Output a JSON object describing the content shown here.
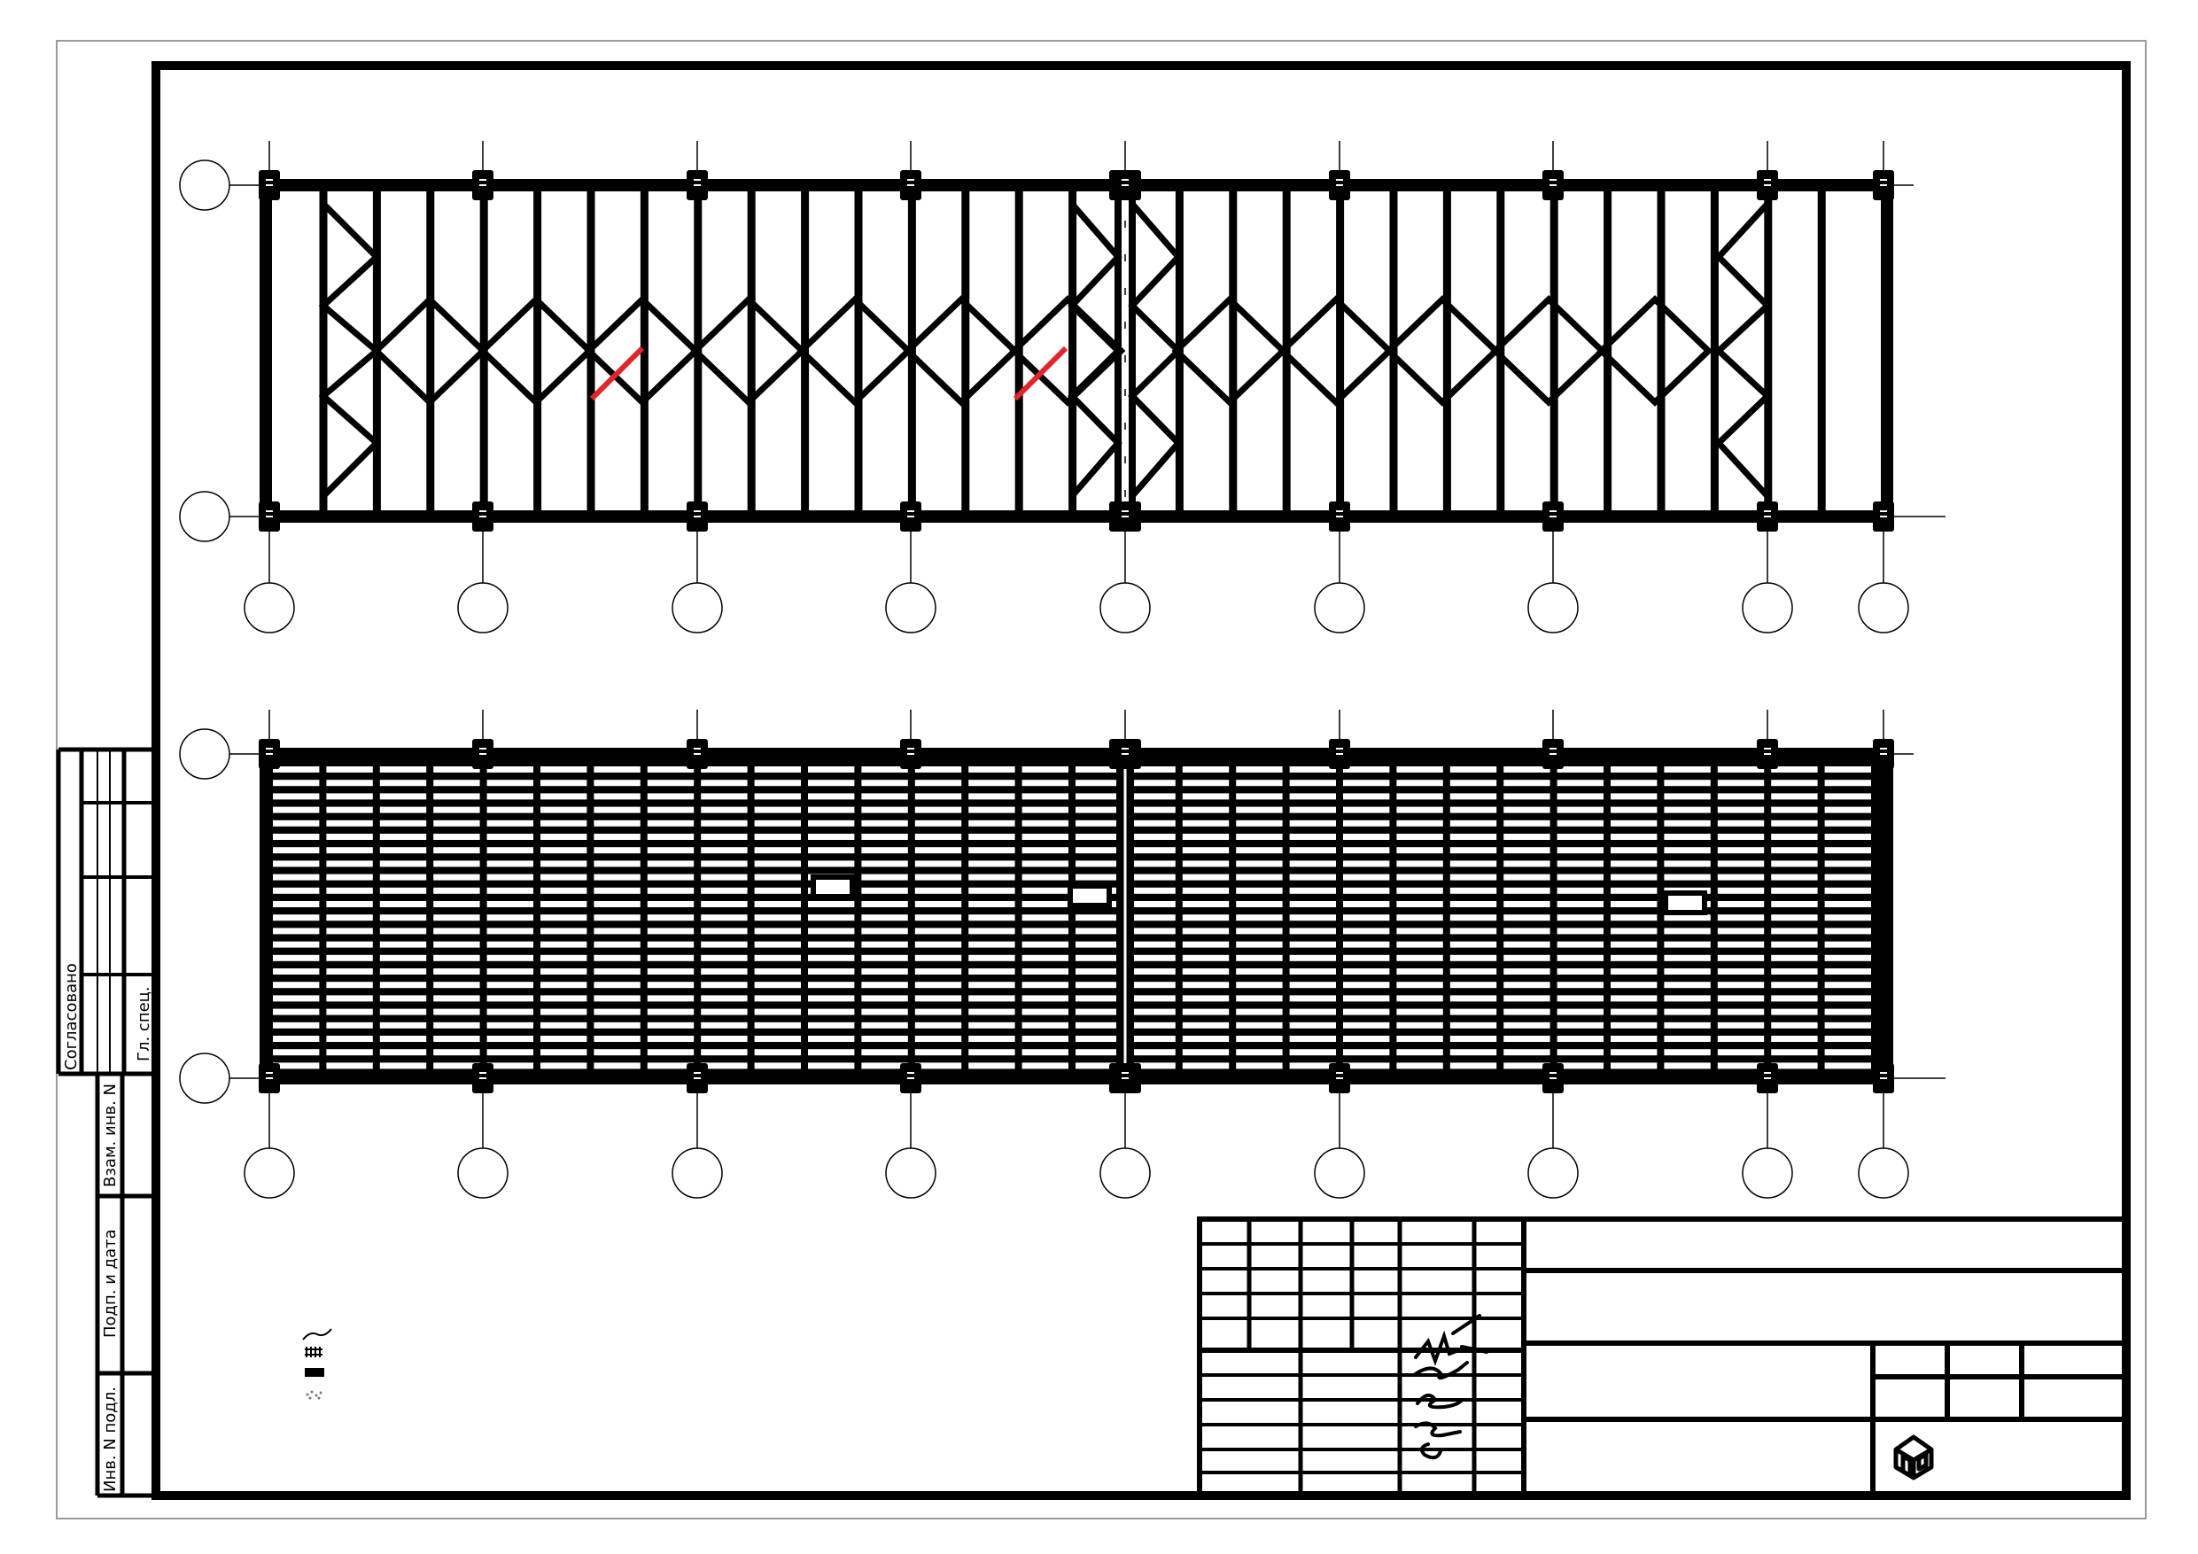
{
  "side_stamp": {
    "approved": "Согласовано",
    "chief_spec": "Гл. спец.",
    "replacement_no": "Взам. инв. N",
    "sign_date": "Подп. и дата",
    "original_no": "Инв. N подл."
  },
  "colors": {
    "ink": "#000000",
    "highlight": "#e0262b",
    "paper": "#ffffff",
    "outer_frame": "#9a9a9a"
  },
  "icons": {
    "legend_line": "wavy-line-icon",
    "legend_hatch": "hatch-icon",
    "legend_solid": "solid-fill-icon",
    "legend_dots": "dots-icon",
    "logo": "isometric-house-logo-icon",
    "signatures": "handwritten-signatures-icon"
  }
}
